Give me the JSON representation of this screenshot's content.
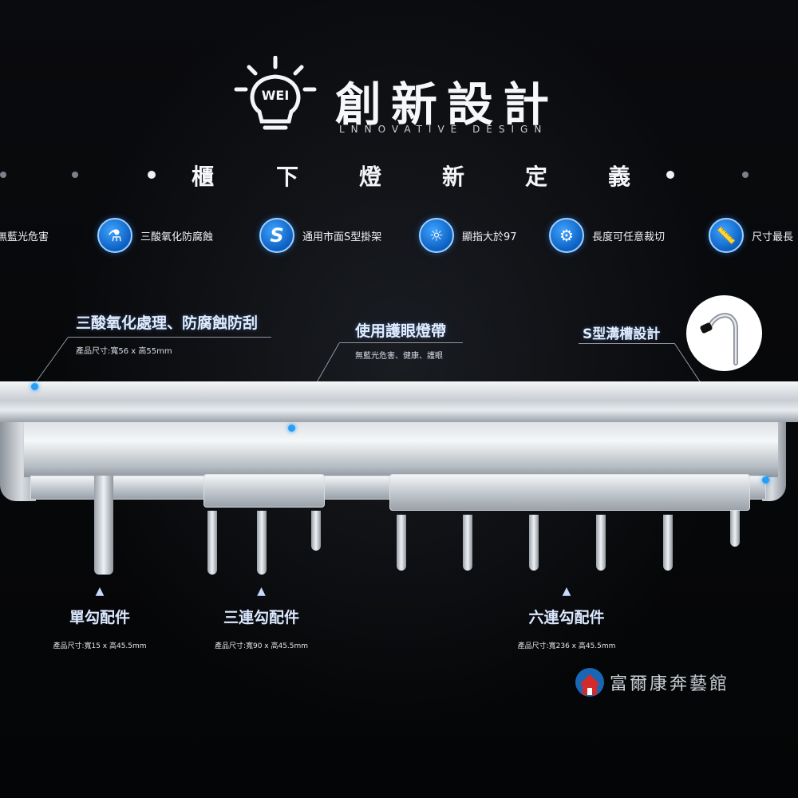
{
  "header": {
    "logo_text": "WEI",
    "title": "創新設計",
    "subtitle": "LNNOVATIVE DESIGN"
  },
  "tagline": {
    "chars": [
      "櫃",
      "下",
      "燈",
      "新",
      "定",
      "義"
    ]
  },
  "features": [
    {
      "icon": "partial-icon",
      "label": "無藍光危害"
    },
    {
      "icon": "flask-icon",
      "label": "三酸氧化防腐蝕"
    },
    {
      "icon": "s-hook-icon",
      "label": "通用市面S型掛架"
    },
    {
      "icon": "sun-icon",
      "label": "顯指大於97"
    },
    {
      "icon": "saw-blade-icon",
      "label": "長度可任意裁切"
    },
    {
      "icon": "ruler-icon",
      "label": "尺寸最長"
    }
  ],
  "callouts": {
    "treatment": {
      "title": "三酸氧化處理、防腐蝕防刮",
      "spec": "產品尺寸:寬56 x 高55mm"
    },
    "eye_care": {
      "title": "使用護眼燈帶",
      "spec": "無藍光危害、健康、護眼"
    },
    "s_groove": {
      "title": "S型溝槽設計"
    }
  },
  "accessories": [
    {
      "name": "單勾配件",
      "size": "產品尺寸:寬15 x 高45.5mm"
    },
    {
      "name": "三連勾配件",
      "size": "產品尺寸:寬90 x 高45.5mm"
    },
    {
      "name": "六連勾配件",
      "size": "產品尺寸:寬236 x 高45.5mm"
    }
  ],
  "store": {
    "name": "富爾康奔藝館"
  },
  "colors": {
    "accent_blue": "#1e7fe0",
    "background": "#050608",
    "metal": "#d9dde1"
  }
}
